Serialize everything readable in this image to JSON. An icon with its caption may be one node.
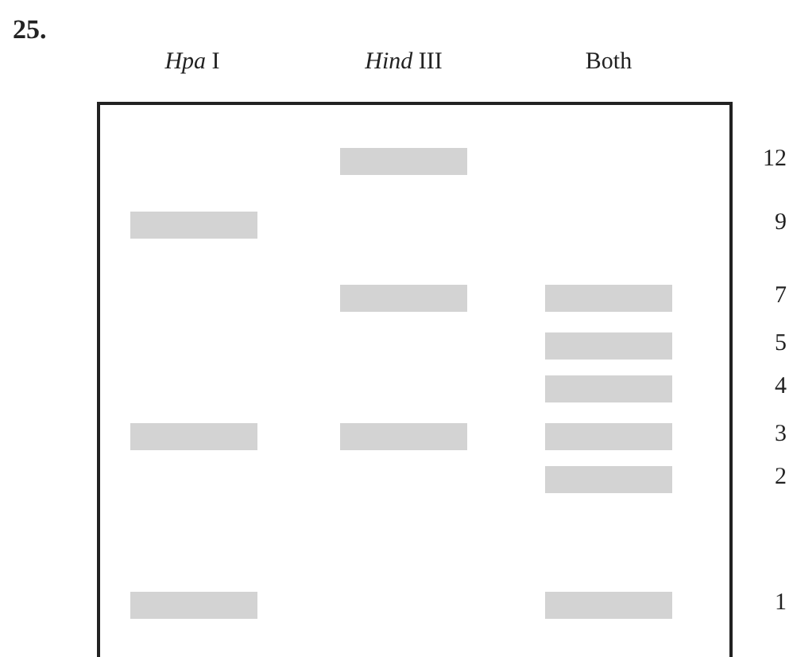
{
  "diagram": {
    "labels": [
      "25.",
      "*Hpa* I",
      "*Hind* III",
      "Both",
      "12",
      "9",
      "7",
      "5",
      "4",
      "3",
      "2",
      "1"
    ]
  }
}
